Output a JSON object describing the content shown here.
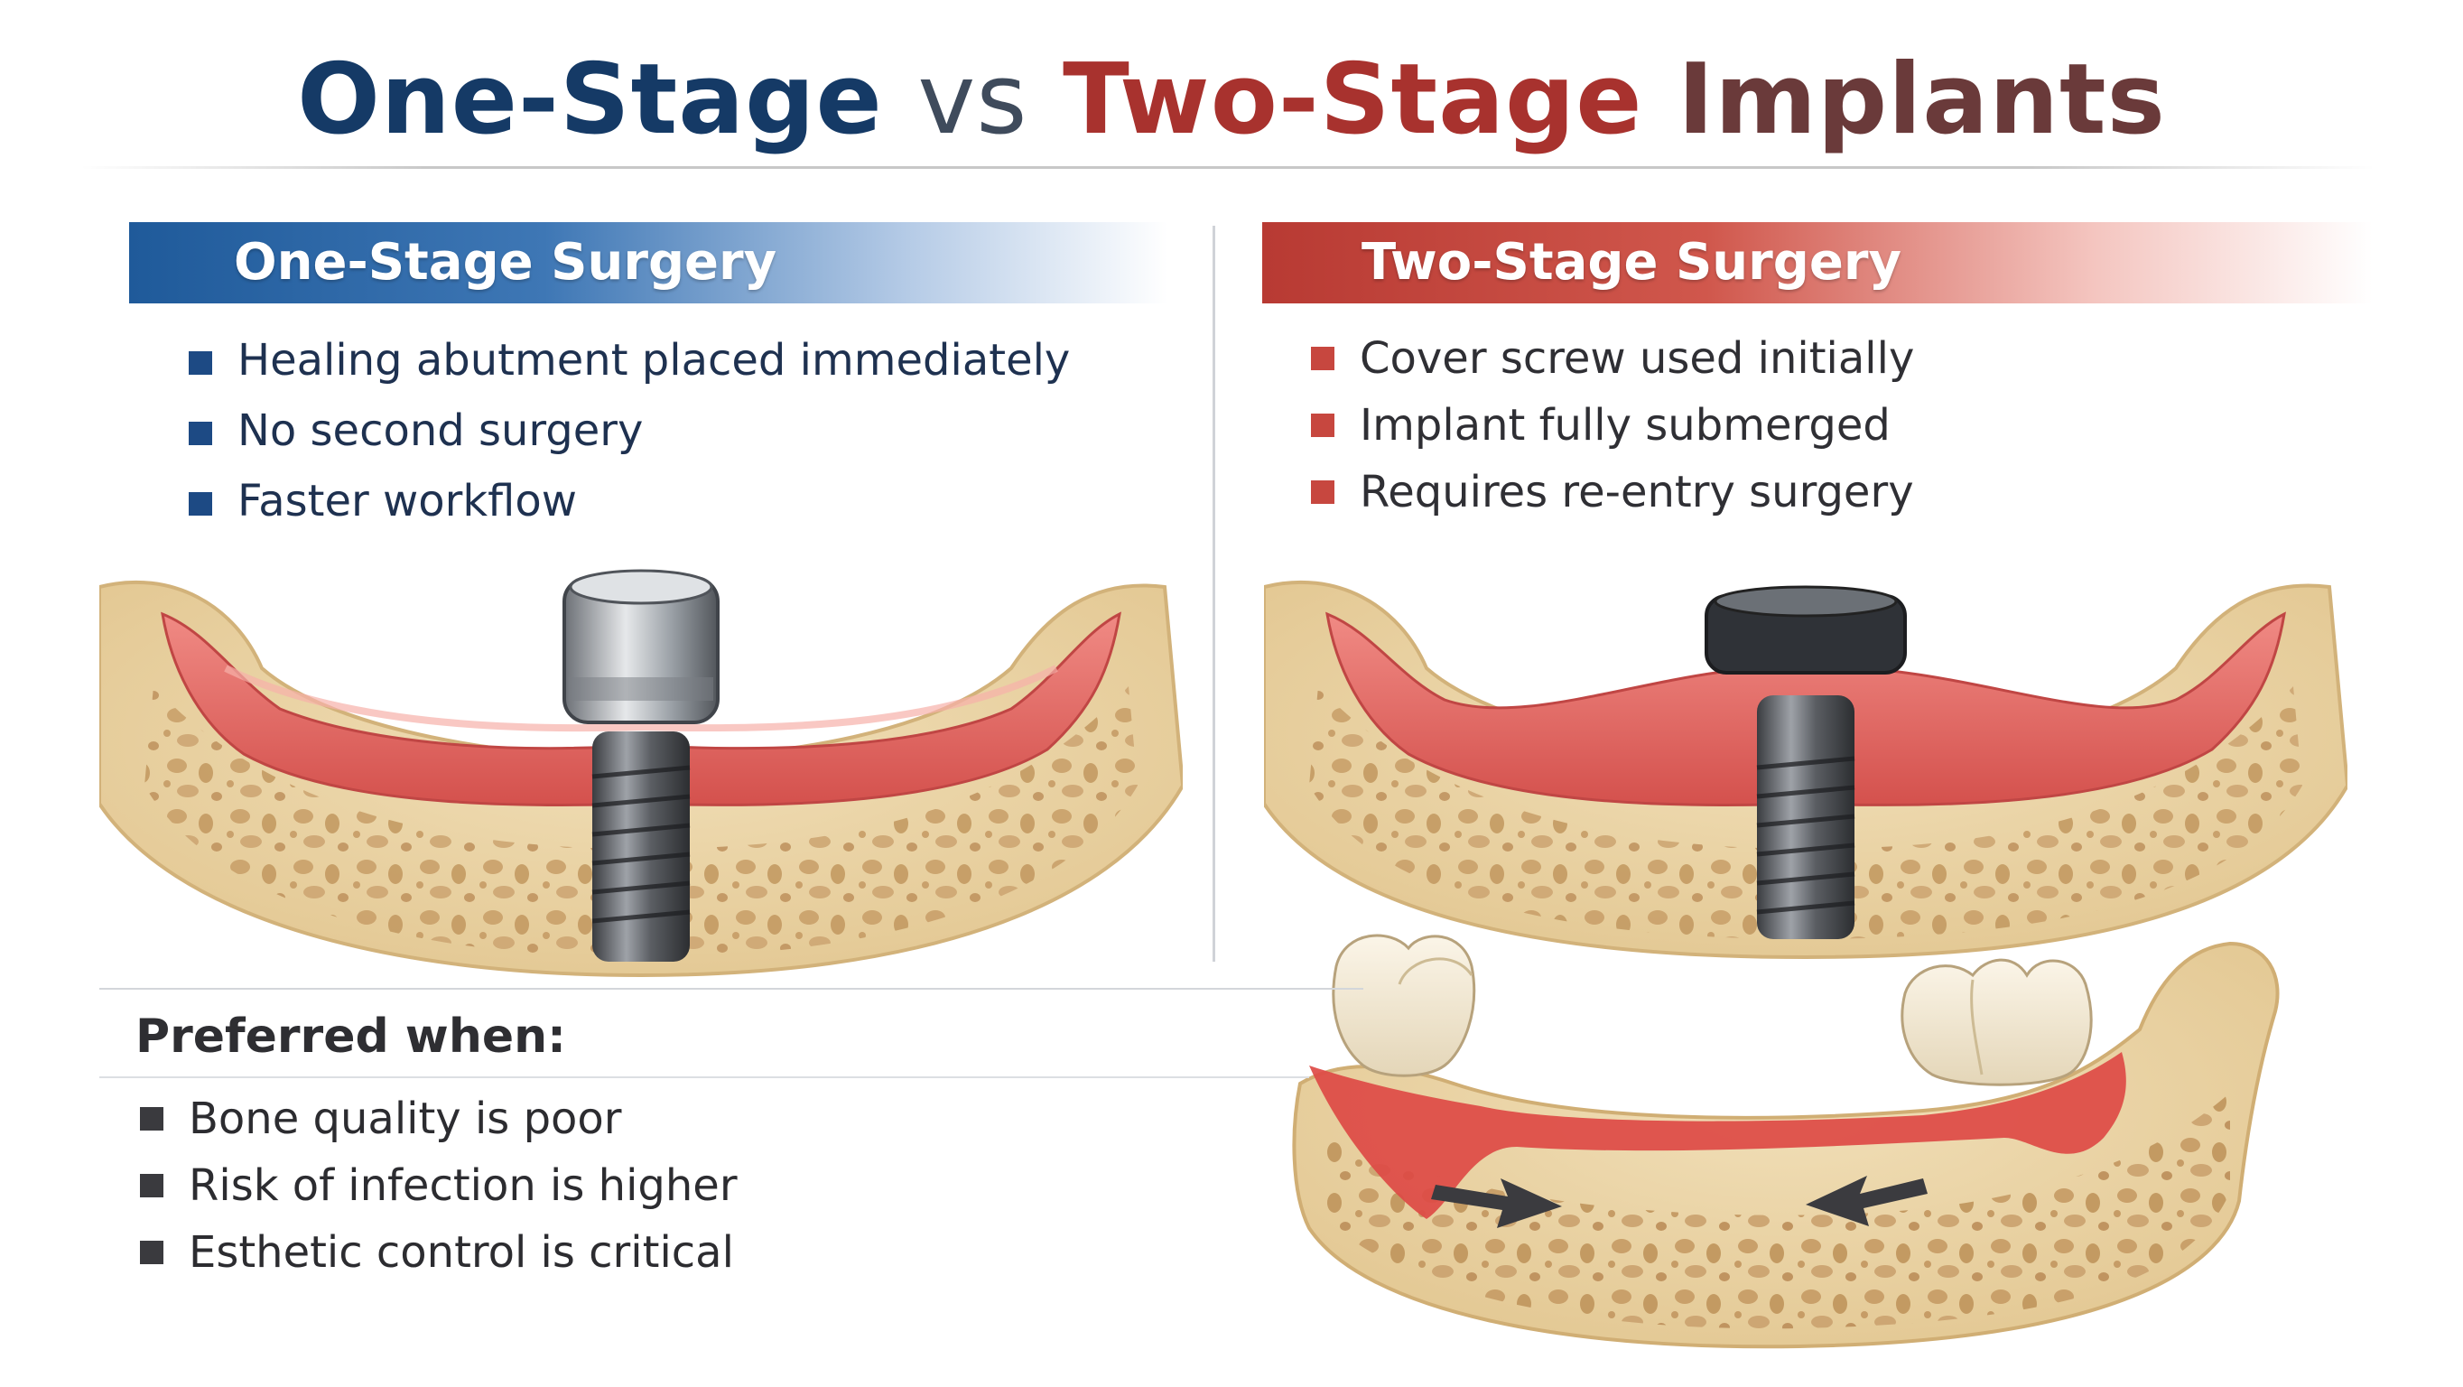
{
  "title": {
    "part1": "One-Stage",
    "part2": "vs",
    "part3": "Two-Stage",
    "part4": "Implants"
  },
  "left": {
    "heading": "One-Stage Surgery",
    "bullets": [
      "Healing abutment placed immediately",
      "No second surgery",
      "Faster workflow"
    ]
  },
  "right": {
    "heading": "Two-Stage Surgery",
    "bullets": [
      "Cover screw used initially",
      "Implant fully submerged",
      "Requires re-entry surgery"
    ]
  },
  "preferred": {
    "heading": "Preferred when:",
    "bullets": [
      "Bone quality is poor",
      "Risk of infection is higher",
      "Esthetic control is critical"
    ]
  },
  "colors": {
    "navy": "#153a66",
    "red": "#a8322e",
    "bone": "#ead5aa",
    "gum": "#e06a66",
    "metal": "#5a5d63"
  },
  "icons": [
    "bullet-square-icon",
    "arrow-icon"
  ]
}
